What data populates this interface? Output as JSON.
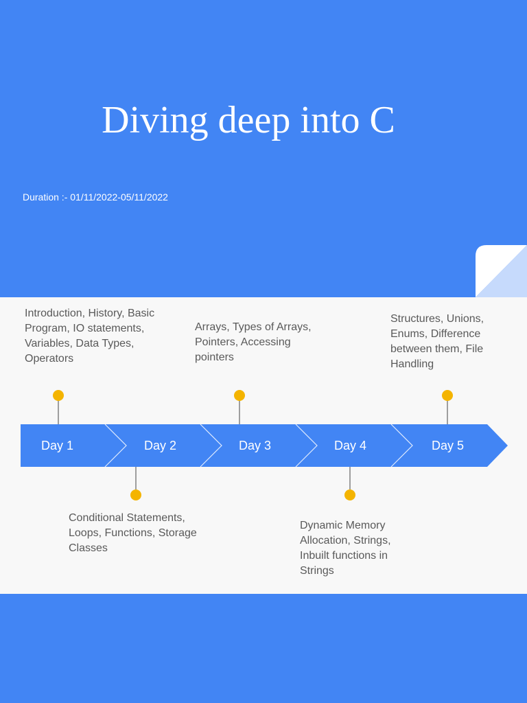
{
  "slide": {
    "title": "Diving deep into C",
    "duration": "Duration :- 01/11/2022-05/11/2022"
  },
  "timeline": {
    "days": [
      "Day 1",
      "Day 2",
      "Day 3",
      "Day 4",
      "Day 5"
    ],
    "notes": [
      "Introduction, History, Basic Program, IO statements, Variables, Data Types, Operators",
      "Conditional Statements, Loops, Functions, Storage Classes",
      "Arrays, Types of Arrays, Pointers, Accessing pointers",
      "Dynamic Memory Allocation, Strings, Inbuilt functions in Strings",
      "Structures, Unions, Enums, Difference between them, File Handling"
    ]
  },
  "colors": {
    "primary_blue": "#4285f4",
    "marker_yellow": "#f4b400",
    "panel_bg": "#f8f8f8",
    "note_text": "#595959"
  }
}
